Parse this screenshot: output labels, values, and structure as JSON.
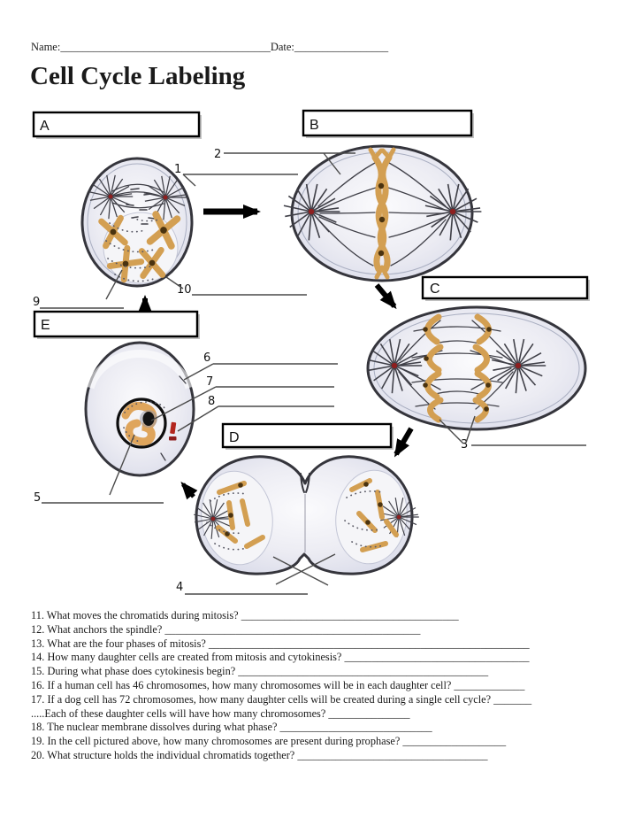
{
  "header": {
    "name_label": "Name:",
    "name_blank": "______________________________________",
    "date_label": "Date:",
    "date_blank": "_________________",
    "title": "Cell Cycle Labeling"
  },
  "diagram": {
    "phase_boxes": [
      "A",
      "B",
      "C",
      "D",
      "E"
    ],
    "callout_numbers": [
      "1",
      "2",
      "3",
      "4",
      "5",
      "6",
      "7",
      "8",
      "9",
      "10"
    ]
  },
  "questions": [
    "11. What moves the chromatids during mitosis? ________________________________________",
    "12. What anchors the spindle? _______________________________________________",
    "13. What are the four phases of mitosis? ___________________________________________________________",
    "14. How many daughter cells are created from mitosis and cytokinesis? __________________________________",
    "15. During what phase does cytokinesis begin? ______________________________________________",
    "16. If a human cell has 46 chromosomes, how many chromosomes will be in each daughter cell? _____________",
    "17. If a dog cell has 72 chromosomes, how many daughter cells will be created during a single cell cycle? _______",
    ".....Each of these daughter cells will have how many chromosomes? _______________",
    "18. The nuclear membrane dissolves during what phase? ____________________________",
    "19. In the cell pictured above, how many chromosomes are present during prophase? ___________________",
    "20. What structure holds the individual chromatids together? ___________________________________"
  ],
  "palette": {
    "ink": "#1a1a1a",
    "cell_outline": "#35353c",
    "cell_fill_light": "#f5f5f8",
    "spindle": "#3f3f47",
    "chromosome": "#d39f52",
    "centromere": "#4a3310",
    "aster_center": "#8e1f1f",
    "centriole": "#b3261e",
    "callout_line": "#4a4a4a"
  }
}
